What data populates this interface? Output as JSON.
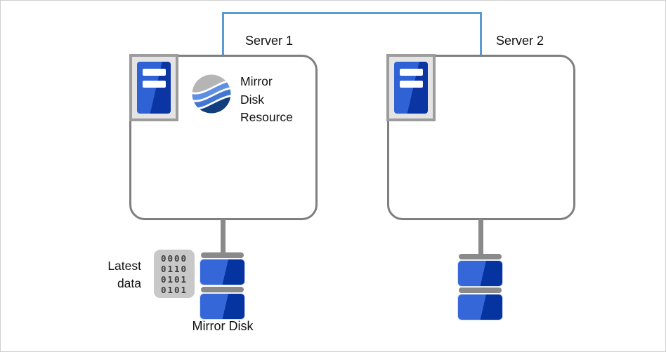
{
  "colors": {
    "link_blue": "#5B9BD5",
    "outline_gray": "#7F7F7F",
    "stem_gray": "#8A8A8A",
    "frame_gray": "#9C9C9C",
    "frame_bg": "#E4E4E4",
    "server_icon_blue_light": "#2F62D4",
    "server_icon_blue_dark": "#0B35A3",
    "disk_blue_light": "#3667D8",
    "disk_blue_dark": "#0533A0",
    "binary_bg": "#C8C8C8",
    "binary_ink": "#3D3D3D",
    "sphere_gray": "#B5B5B5",
    "sphere_blue_mid": "#5F8FE3",
    "sphere_blue_deep": "#4377CF",
    "sphere_navy": "#123E7D",
    "text": "#111111"
  },
  "servers": [
    {
      "label": "Server 1"
    },
    {
      "label": "Server 2"
    }
  ],
  "resource": {
    "label": "Mirror Disk Resource",
    "lines": [
      "Mirror",
      "Disk",
      "Resource"
    ]
  },
  "latest_data": {
    "label": "Latest data",
    "lines": [
      "Latest",
      "data"
    ]
  },
  "mirror_disk": {
    "label": "Mirror Disk",
    "binary_rows": [
      "0000",
      "0110",
      "0101",
      "0101"
    ]
  }
}
